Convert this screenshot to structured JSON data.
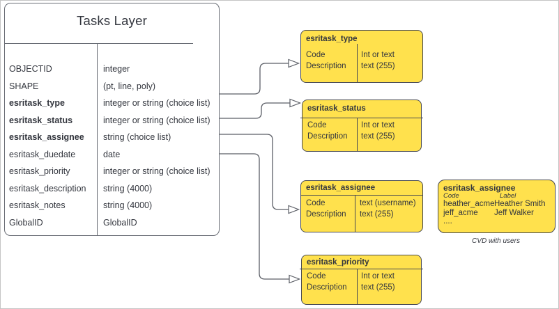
{
  "tasks_layer": {
    "title": "Tasks Layer",
    "fields": [
      {
        "name": "OBJECTID",
        "type": "integer",
        "bold": false
      },
      {
        "name": "SHAPE",
        "type": "(pt, line, poly)",
        "bold": false
      },
      {
        "name": "esritask_type",
        "type": "integer or string (choice list)",
        "bold": true
      },
      {
        "name": "esritask_status",
        "type": "integer or string (choice list)",
        "bold": true
      },
      {
        "name": "esritask_assignee",
        "type": "string (choice list)",
        "bold": true
      },
      {
        "name": "esritask_duedate",
        "type": "date",
        "bold": false
      },
      {
        "name": "esritask_priority",
        "type": "integer or string (choice list)",
        "bold": false
      },
      {
        "name": "esritask_description",
        "type": "string (4000)",
        "bold": false
      },
      {
        "name": "esritask_notes",
        "type": "string (4000)",
        "bold": false
      },
      {
        "name": "GlobalID",
        "type": "GlobalID",
        "bold": false
      }
    ]
  },
  "domain_boxes": [
    {
      "title": "esritask_type",
      "left_rows": [
        "Code",
        "Description"
      ],
      "right_rows": [
        "Int or text",
        "text (255)"
      ]
    },
    {
      "title": "esritask_status",
      "left_rows": [
        "Code",
        "Description"
      ],
      "right_rows": [
        "Int or text",
        "text (255)"
      ]
    },
    {
      "title": "esritask_assignee",
      "left_rows": [
        "Code",
        "Description"
      ],
      "right_rows": [
        "text (username)",
        "text (255)"
      ]
    },
    {
      "title": "esritask_priority",
      "left_rows": [
        "Code",
        "Description"
      ],
      "right_rows": [
        "Int or text",
        "text (255)"
      ]
    }
  ],
  "cvd_box": {
    "title": "esritask_assignee",
    "col_headers": [
      "Code",
      "Label"
    ],
    "rows": [
      {
        "code": "heather_acme",
        "label": "Heather Smith"
      },
      {
        "code": "jeff_acme",
        "label": "Jeff Walker"
      }
    ],
    "ellipsis": "....",
    "caption": "CVD with users"
  },
  "colors": {
    "yellow": "#ffe14d",
    "ybox_border": "#464851",
    "box_border": "#686c74",
    "line": "#5b5e66",
    "text": "#33363e",
    "frame": "#c4c4c4"
  }
}
